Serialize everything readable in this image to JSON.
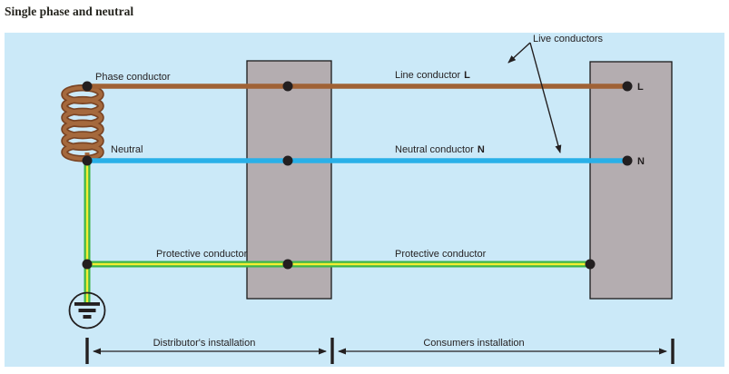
{
  "title": "Single phase and neutral",
  "labels": {
    "phase_conductor": "Phase conductor",
    "neutral": "Neutral",
    "line_conductor": "Line conductor",
    "line_terminal": "L",
    "neutral_conductor": "Neutral conductor",
    "neutral_terminal": "N",
    "protective_left": "Protective conductor",
    "protective_right": "Protective conductor",
    "live_conductors": "Live conductors",
    "terminal_l": "L",
    "terminal_n": "N",
    "distributors_installation": "Distributor's installation",
    "consumers_installation": "Consumers installation"
  },
  "colors": {
    "panel_bg": "#cbe9f8",
    "phase_brown": "#a06236",
    "coil_outline": "#7a4424",
    "neutral_blue": "#29b0e8",
    "protective_green": "#3db54a",
    "protective_yellow": "#f4ee33",
    "board_fill": "#b4adb0",
    "board_border": "#1a1a1a",
    "ink": "#231f20"
  }
}
